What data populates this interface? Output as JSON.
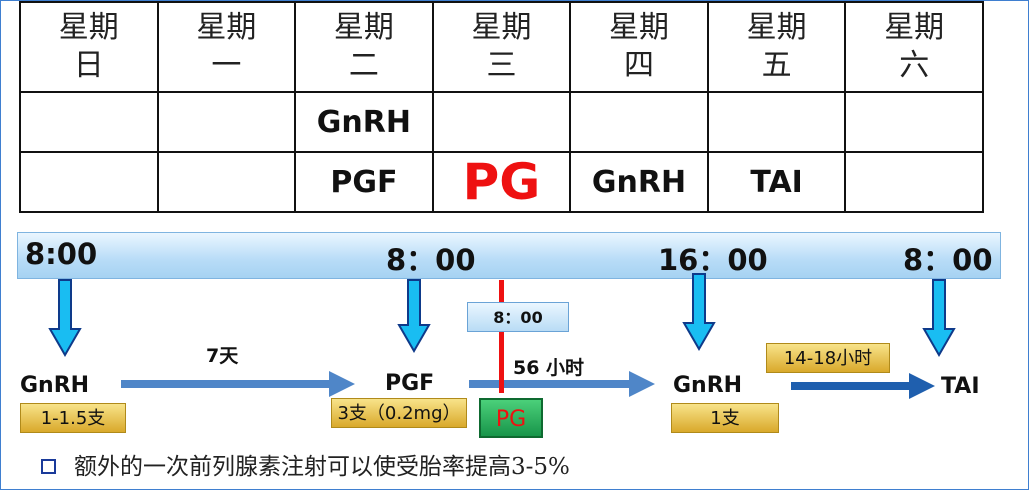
{
  "schedule": {
    "days": [
      "星期日",
      "星期一",
      "星期二",
      "星期三",
      "星期四",
      "星期五",
      "星期六"
    ],
    "row1": [
      "",
      "",
      "GnRH",
      "",
      "",
      "",
      ""
    ],
    "row2": [
      "",
      "",
      "PGF",
      "PG",
      "GnRH",
      "TAI",
      ""
    ]
  },
  "timeline": {
    "times": [
      "8:00",
      "8：00",
      "16：00",
      "8：00"
    ],
    "stages": [
      "GnRH",
      "PGF",
      "GnRH",
      "TAI"
    ],
    "doses": [
      "1-1.5支",
      "3支（0.2mg）",
      "1支"
    ],
    "durations": [
      "7天",
      "56 小时",
      "14-18小时"
    ],
    "pg_time": "8：00",
    "pg_label": "PG"
  },
  "note": "额外的一次前列腺素注射可以使受胎率提高3-5%",
  "colors": {
    "accent_red": "#ee1111",
    "arrow_blue": "#4a7fc4",
    "down_arrow_cyan": "#19bdf2",
    "gold": "#e0b43a"
  }
}
